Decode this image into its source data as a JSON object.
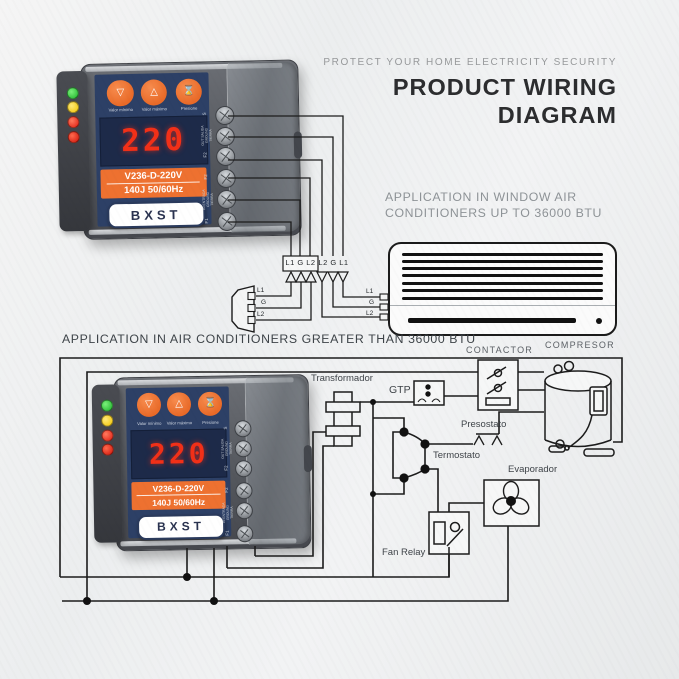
{
  "header": {
    "tagline": "PROTECT YOUR HOME ELECTRICITY SECURITY",
    "title_line1": "PRODUCT WIRING",
    "title_line2": "DIAGRAM"
  },
  "section_window": {
    "heading_line1": "APPLICATION IN WINDOW AIR",
    "heading_line2": "CONDITIONERS UP TO 36000 BTU",
    "input_terminal_labels": "L1 G L2",
    "output_terminal_labels": "L2 G L1",
    "plug_rows": [
      "L1",
      "G",
      "L2"
    ],
    "ac_rows": [
      "L1",
      "G",
      "L2"
    ]
  },
  "section_large": {
    "heading": "APPLICATION IN AIR CONDITIONERS GREATER THAN 36000 BTU",
    "labels": {
      "transformer": "Transformador",
      "gtp": "GTP",
      "contactor": "CONTACTOR",
      "compressor": "COMPRESOR",
      "pressure_switch": "Presostato",
      "thermostat": "Termostato",
      "evaporator": "Evaporador",
      "fan_relay": "Fan Relay"
    }
  },
  "device": {
    "display_value": "220",
    "model": "V236-D-220V",
    "rating": "140J 50/60Hz",
    "brand": "BXST",
    "buttons": [
      {
        "glyph": "▽",
        "label": "Valor mínimo"
      },
      {
        "glyph": "△",
        "label": "Valor máximo"
      },
      {
        "glyph": "⌛",
        "label": "Presione"
      }
    ],
    "screw_labels": [
      "S",
      "F2",
      "F2",
      "F1"
    ],
    "group_labels": [
      "OUT SALIDA GROUND TIERRA",
      "IN ENTRADA GROUND TIERRA"
    ],
    "colors": {
      "panel_navy": "#2d4066",
      "accent_orange": "#ee7130",
      "display_red": "#f23018",
      "led_green": "#1db32a",
      "led_yellow": "#f2c400",
      "led_red": "#e01c10"
    }
  }
}
